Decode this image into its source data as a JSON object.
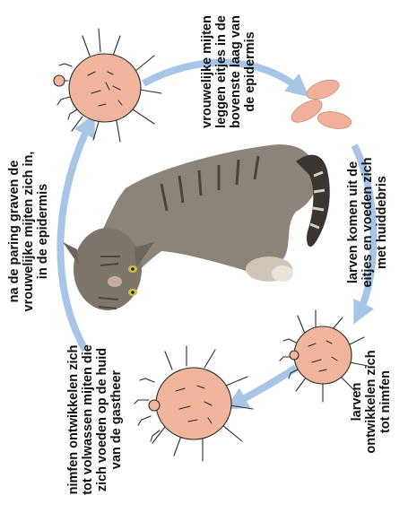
{
  "colors": {
    "arrow": "#a9c5e6",
    "skin": "#f0b59a",
    "outline": "#2a2a2a",
    "egg": "#f0b09a",
    "text": "#111111"
  },
  "labels": {
    "adult_mites_lay_eggs": [
      "vrouwelijke mijten",
      "leggen eitjes in de",
      "bovenste laag van",
      "de epidermis"
    ],
    "larvae_hatch": [
      "larven komen uit de",
      "eitjes en voeden zich",
      "met huiddebris"
    ],
    "larvae_to_nymphs": [
      "larven",
      "ontwikkelen zich",
      "tot nimfen"
    ],
    "nymphs_to_adults": [
      "nimfen ontwikkelen zich",
      "tot volwassen mijten die",
      "zich voeden op de huid",
      "van de gastheer"
    ],
    "mating_burrow": [
      "na de paring graven de",
      "vrouwelijke mijten zich in,",
      "in de epidermis"
    ]
  },
  "icons": {
    "host": "cat-illustration",
    "eggs": "mite-eggs-icon",
    "adult": "adult-mite-icon",
    "larva": "larva-mite-icon",
    "nymph": "nymph-mite-icon"
  }
}
